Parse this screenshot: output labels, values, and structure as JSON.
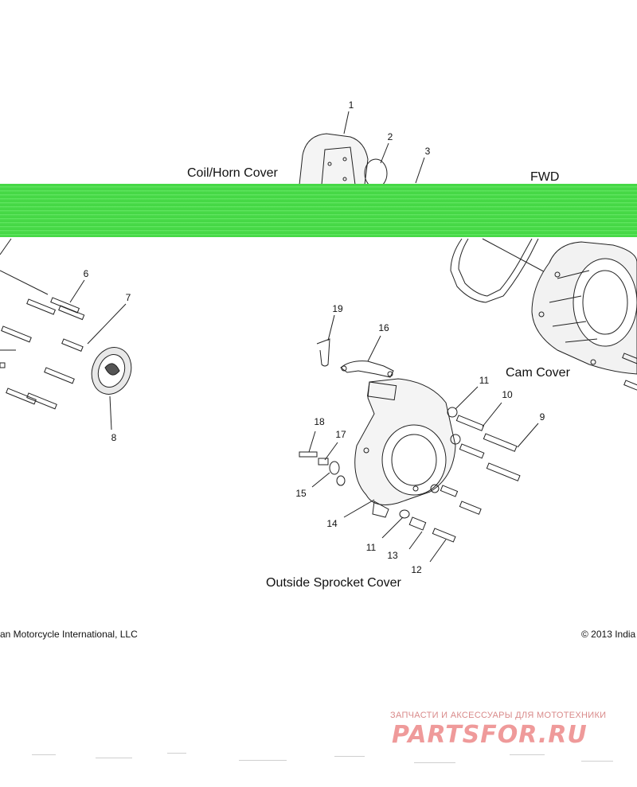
{
  "labels": {
    "coil_horn_cover": "Coil/Horn Cover",
    "fwd": "FWD",
    "cam_cover": "Cam Cover",
    "outside_sprocket_cover": "Outside Sprocket Cover",
    "copyright_left": "an Motorcycle International, LLC",
    "copyright_right": "© 2013 India"
  },
  "callouts": [
    "1",
    "2",
    "3",
    "6",
    "7",
    "8",
    "19",
    "16",
    "11",
    "10",
    "9",
    "18",
    "17",
    "15",
    "14",
    "11",
    "13",
    "12"
  ],
  "watermark": {
    "tagline": "ЗАПЧАСТИ И АКСЕССУАРЫ ДЛЯ МОТОТЕХНИКИ",
    "logo": "PARTSFOR.RU"
  },
  "colors": {
    "line": "#222222",
    "band": "#3fd23f",
    "watermark": "#ef9a9a"
  }
}
